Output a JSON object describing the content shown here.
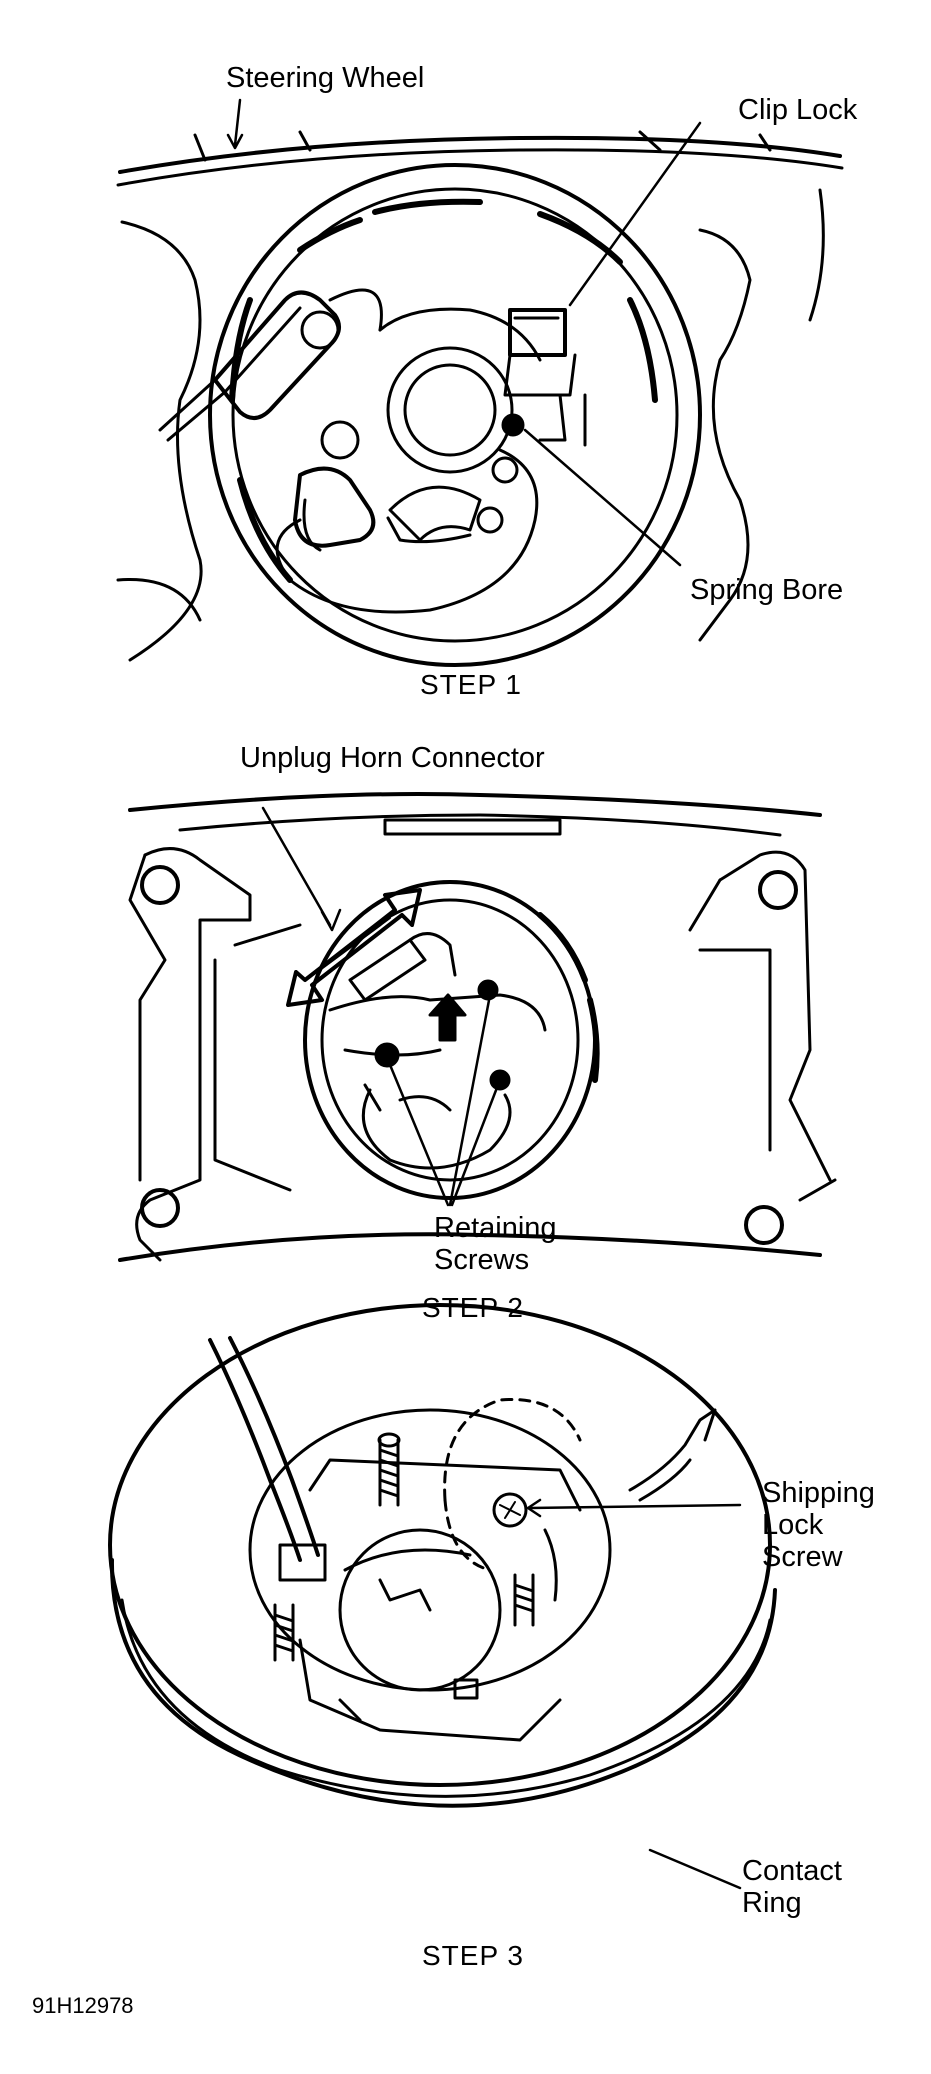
{
  "figure": {
    "reference_code": "91H12978",
    "steps": [
      {
        "caption": "STEP 1",
        "callouts": {
          "steering_wheel": "Steering Wheel",
          "clip_lock": "Clip Lock",
          "spring_bore": "Spring Bore"
        }
      },
      {
        "caption": "STEP 2",
        "callouts": {
          "unplug_horn_connector": "Unplug Horn Connector",
          "retaining_screws_line1": "Retaining",
          "retaining_screws_line2": "Screws"
        }
      },
      {
        "caption": "STEP 3",
        "callouts": {
          "shipping_line1": "Shipping",
          "shipping_line2": "Lock",
          "shipping_line3": "Screw",
          "contact_line1": "Contact",
          "contact_line2": "Ring"
        }
      }
    ]
  }
}
